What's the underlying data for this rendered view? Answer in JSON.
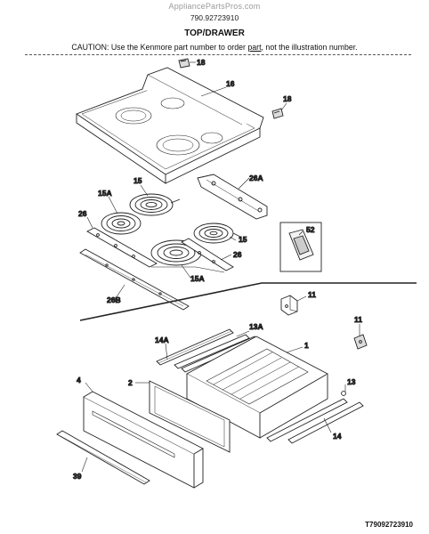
{
  "header": {
    "watermark": "AppliancePartsPros.com",
    "model_number": "790.92723910",
    "title": "TOP/DRAWER",
    "caution_before": "CAUTION: Use the Kenmore part number to order ",
    "caution_link": "part",
    "caution_after": ", not the illustration number."
  },
  "callouts": {
    "c18a": "18",
    "c16": "16",
    "c18b": "18",
    "c15": "15",
    "c15a_top": "15A",
    "c26a": "26A",
    "c26_left": "26",
    "c52": "52",
    "c15_right": "15",
    "c26_right": "26",
    "c15a_bottom": "15A",
    "c26b": "26B",
    "c11_top": "11",
    "c11_right": "11",
    "c14a": "14A",
    "c13a": "13A",
    "c1": "1",
    "c4": "4",
    "c2": "2",
    "c13": "13",
    "c14": "14",
    "c39": "39"
  },
  "footer": {
    "code": "T79092723910"
  }
}
